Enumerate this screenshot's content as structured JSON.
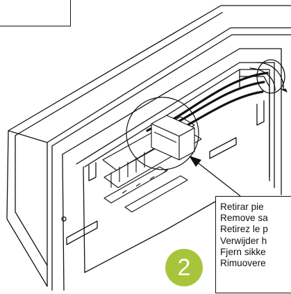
{
  "callout": {
    "lines": [
      "Retirar pie",
      "Remove sa",
      "Retirez le p",
      "Verwijder h",
      "Fjern sikke",
      "Rimuovere"
    ]
  },
  "step": {
    "number": "2"
  },
  "colors": {
    "badge": "#a8c43a",
    "line": "#111111"
  }
}
